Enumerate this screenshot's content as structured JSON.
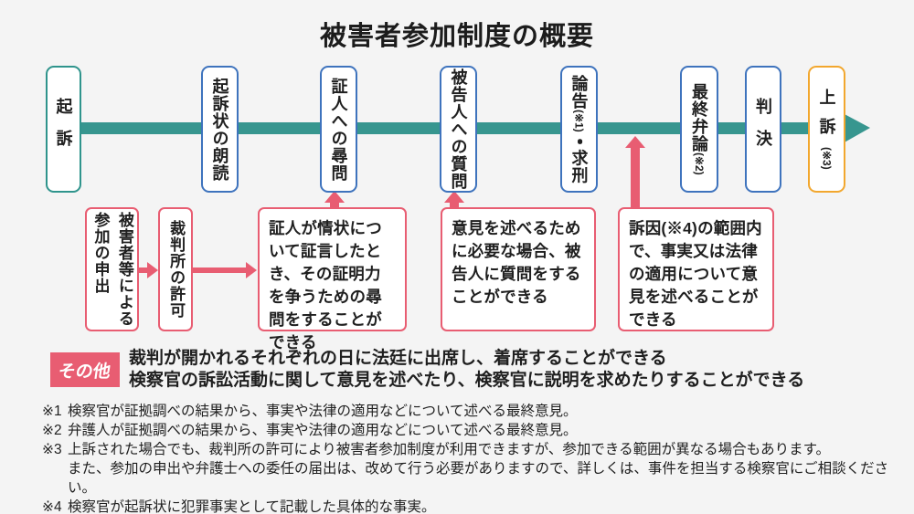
{
  "title": "被害者参加制度の概要",
  "colors": {
    "background": "#f4f4f4",
    "teal": "#2f948c",
    "blue": "#3e73bd",
    "orange": "#f2a72e",
    "pink": "#e85d72"
  },
  "timeline": {
    "stages": [
      {
        "main": "起訴",
        "note": "",
        "tail": ""
      },
      {
        "main": "起訴状の朗読",
        "note": "",
        "tail": ""
      },
      {
        "main": "証人への尋問",
        "note": "",
        "tail": ""
      },
      {
        "main": "被告人への質問",
        "note": "",
        "tail": ""
      },
      {
        "main": "論告",
        "note": "(※1)",
        "tail": "・求刑"
      },
      {
        "main": "最終弁論",
        "note": "(※2)",
        "tail": ""
      },
      {
        "main": "判決",
        "note": "",
        "tail": ""
      },
      {
        "main": "上訴",
        "note": "(※3)",
        "tail": ""
      }
    ]
  },
  "flow": {
    "application": "被害者等による\n参加の申出",
    "permission": "裁判所の許可",
    "witness_note": "証人が情状について証言したとき、その証明力を争うための尋問をすることができる",
    "defendant_note": "意見を述べるために必要な場合、被告人に質問をすることができる",
    "opinion_note": "訴因(※4)の範囲内で、事実又は法律の適用について意見を述べることができる"
  },
  "other": {
    "badge": "その他",
    "lines": [
      "裁判が開かれるそれぞれの日に法廷に出席し、着席することができる",
      "検察官の訴訟活動に関して意見を述べたり、検察官に説明を求めたりすることができる"
    ]
  },
  "footnotes": [
    {
      "marker": "※1",
      "text": "検察官が証拠調べの結果から、事実や法律の適用などについて述べる最終意見。"
    },
    {
      "marker": "※2",
      "text": "弁護人が証拠調べの結果から、事実や法律の適用などについて述べる最終意見。"
    },
    {
      "marker": "※3",
      "text": "上訴された場合でも、裁判所の許可により被害者参加制度が利用できますが、参加できる範囲が異なる場合もあります。"
    },
    {
      "marker": "",
      "text": "また、参加の申出や弁護士への委任の届出は、改めて行う必要がありますので、詳しくは、事件を担当する検察官にご相談ください。"
    },
    {
      "marker": "※4",
      "text": "検察官が起訴状に犯罪事実として記載した具体的な事実。"
    }
  ]
}
